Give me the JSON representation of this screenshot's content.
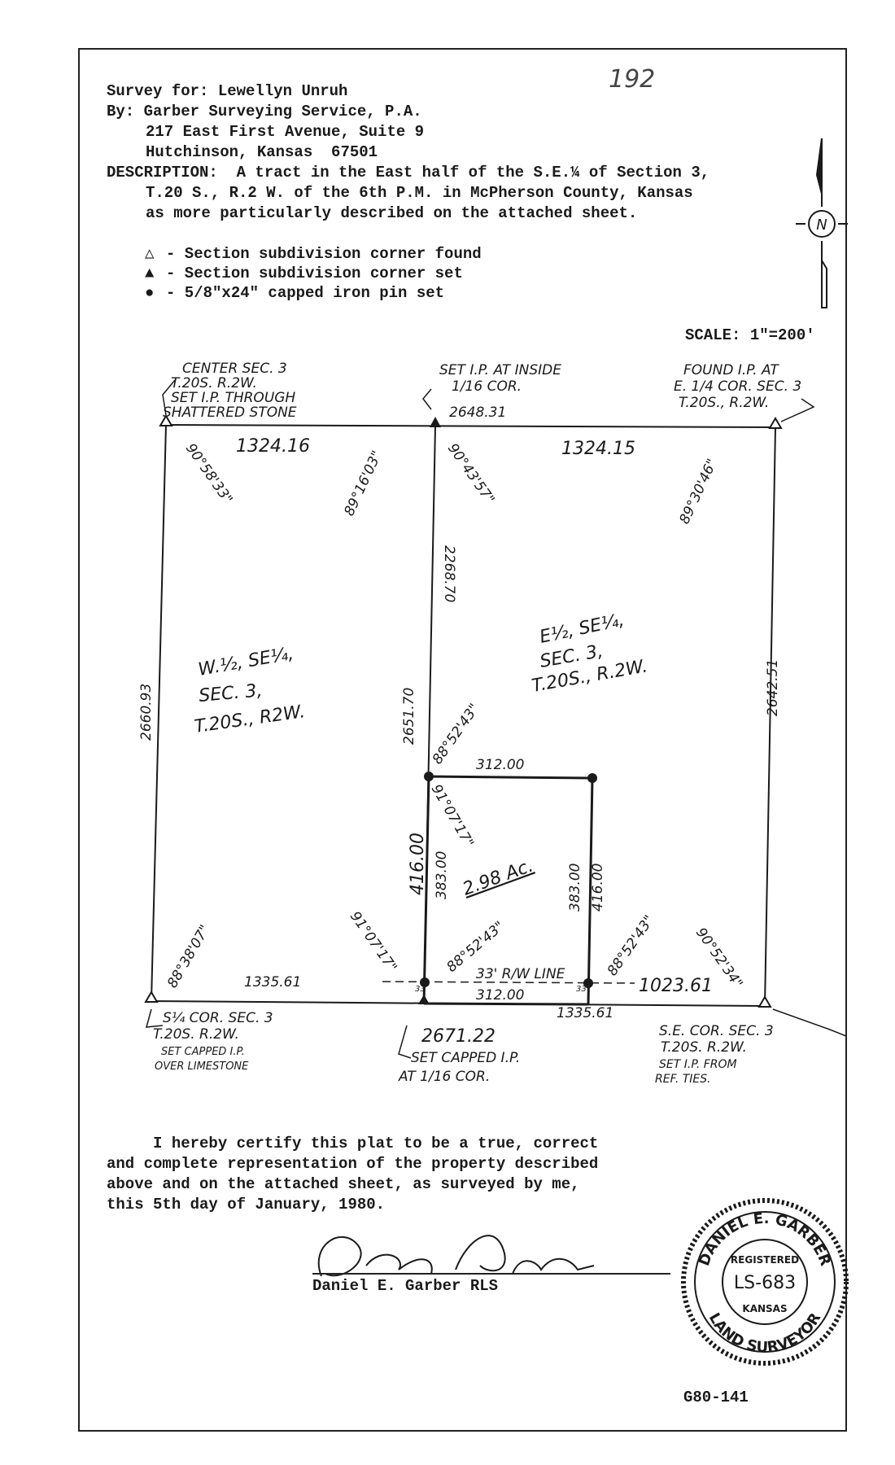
{
  "page_number": "192",
  "header": {
    "survey_for": "Survey for: Lewellyn Unruh",
    "by": "By: Garber Surveying Service, P.A.",
    "address1": "217 East First Avenue, Suite 9",
    "address2": "Hutchinson, Kansas  67501",
    "description1": "DESCRIPTION:  A tract in the East half of the S.E.¼ of Section 3,",
    "description2": "T.20 S., R.2 W. of the 6th P.M. in McPherson County, Kansas",
    "description3": "as more particularly described on the attached sheet."
  },
  "legend": [
    {
      "symbol": "△",
      "text": "- Section subdivision corner found"
    },
    {
      "symbol": "▲",
      "text": "- Section subdivision corner set"
    },
    {
      "symbol": "●",
      "text": "- 5/8\"x24\" capped iron pin set"
    }
  ],
  "north_label": "N",
  "scale": "SCALE: 1\"=200'",
  "plat": {
    "nw_note1": "CENTER SEC. 3",
    "nw_note2": "T.20S. R.2W.",
    "nw_note3": "SET I.P. THROUGH",
    "nw_note4": "SHATTERED STONE",
    "nmid_note1": "SET I.P. AT INSIDE",
    "nmid_note2": "1/16 COR.",
    "ne_note1": "FOUND I.P. AT",
    "ne_note2": "E. 1/4 COR. SEC. 3",
    "ne_note3": "T.20S., R.2W.",
    "top_total": "2648.31",
    "top_left": "1324.16",
    "top_right": "1324.15",
    "angle_nw": "90°58'33\"",
    "angle_nmid_left": "89°16'03\"",
    "angle_nmid_right": "90°43'57\"",
    "angle_ne": "89°30'46\"",
    "mid_upper": "2268.70",
    "mid_lower": "2651.70",
    "west_side": "2660.93",
    "east_side": "2642.51",
    "w_half1": "W.½, SE¼,",
    "w_half2": "SEC. 3,",
    "w_half3": "T.20S., R2W.",
    "e_half1": "E½, SE¼,",
    "e_half2": "SEC. 3,",
    "e_half3": "T.20S., R.2W.",
    "tract_top": "312.00",
    "tract_angle_top": "88°52'43\"",
    "tract_angle_inner": "91°07'17\"",
    "tract_left_outer": "416.00",
    "tract_left_inner": "383.00",
    "tract_right_inner": "383.00",
    "tract_right_outer": "416.00",
    "tract_area": "2.98 Ac.",
    "tract_angle_bottom_inner": "88°52'43\"",
    "rw_line": "33' R/W LINE",
    "tract_bottom": "312.00",
    "rw_left": "33",
    "rw_right": "33",
    "angle_sw_tract": "91°07'17\"",
    "angle_se_tract": "88°52'43\"",
    "angle_sw": "88°38'07\"",
    "angle_se": "90°52'34\"",
    "bottom_left": "1335.61",
    "bottom_right": "1335.61",
    "bottom_far_right": "1023.61",
    "bottom_total": "2671.22",
    "sw_note1": "S¼ COR. SEC. 3",
    "sw_note2": "T.20S. R.2W.",
    "sw_note3": "SET CAPPED I.P.",
    "sw_note4": "OVER LIMESTONE",
    "smid_note1": "SET CAPPED I.P.",
    "smid_note2": "AT 1/16 COR.",
    "se_note1": "S.E. COR. SEC. 3",
    "se_note2": "T.20S. R.2W.",
    "se_note3": "SET I.P. FROM",
    "se_note4": "REF. TIES."
  },
  "certification": {
    "line1": "     I hereby certify this plat to be a true, correct",
    "line2": "and complete representation of the property described",
    "line3": "above and on the attached sheet, as surveyed by me,",
    "line4": "this 5th day of January, 1980."
  },
  "signer": "Daniel E. Garber  RLS",
  "seal": {
    "name": "DANIEL E. GARBER",
    "registered": "REGISTERED",
    "number": "LS-683",
    "state": "KANSAS",
    "title": "LAND SURVEYOR"
  },
  "doc_number": "G80-141"
}
